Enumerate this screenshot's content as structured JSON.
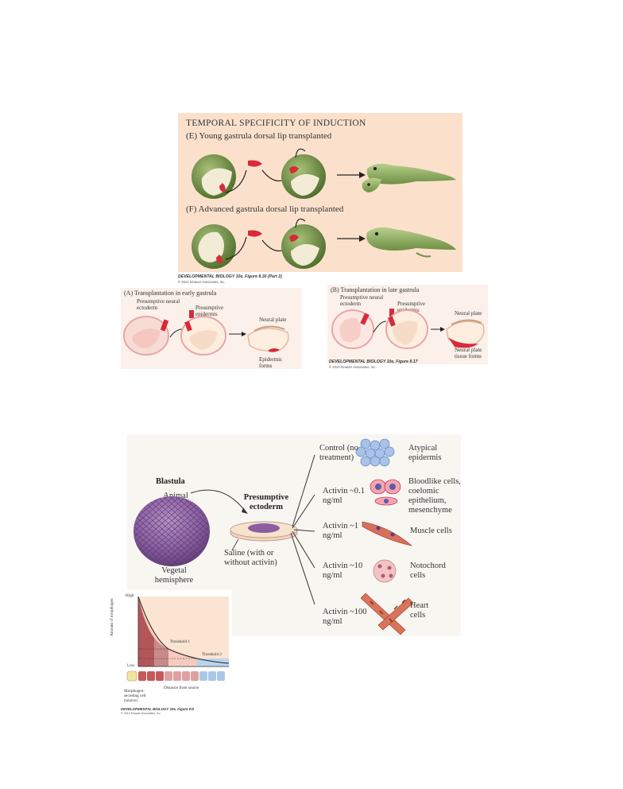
{
  "top_figure": {
    "title": "TEMPORAL SPECIFICITY OF INDUCTION",
    "row_e_label": "(E)  Young gastrula dorsal lip transplanted",
    "row_f_label": "(F)  Advanced gastrula dorsal lip transplanted",
    "credit": "DEVELOPMENTAL BIOLOGY 10e, Figure 8.30 (Part 2)",
    "copyright": "© 2014 Sinauer Associates, Inc."
  },
  "panel_a": {
    "title": "(A)  Transplantation in early gastrula",
    "presumptive_neural_ectoderm": "Presumptive neural ectoderm",
    "presumptive_epidermis": "Presumptive epidermis",
    "neural_plate": "Neural plate",
    "epidermis_forms": "Epidermis forms"
  },
  "panel_b": {
    "title": "(B)  Transplantation in late gastrula",
    "presumptive_neural_ectoderm": "Presumptive neural ectoderm",
    "presumptive_epidermis": "Presumptive epidermis",
    "neural_plate": "Neural plate",
    "neural_plate_tissue_forms": "Neural plate tissue forms",
    "credit": "DEVELOPMENTAL BIOLOGY 10e, Figure 8.17",
    "copyright": "© 2014 Sinauer Associates, Inc."
  },
  "activin": {
    "blastula": "Blastula",
    "animal_hemisphere": "Animal hemisphere",
    "vegetal_hemisphere": "Vegetal hemisphere",
    "presumptive_ectoderm": "Presumptive ectoderm",
    "saline": "Saline (with or without activin)",
    "treatments": [
      {
        "condition": "Control (no treatment)",
        "result": "Atypical epidermis"
      },
      {
        "condition": "Activin ~0.1 ng/ml",
        "result": "Bloodlike cells, coelomic epithelium, mesenchyme"
      },
      {
        "condition": "Activin ~1 ng/ml",
        "result": "Muscle cells"
      },
      {
        "condition": "Activin ~10 ng/ml",
        "result": "Notochord cells"
      },
      {
        "condition": "Activin ~100 ng/ml",
        "result": "Heart cells"
      }
    ]
  },
  "morphogen_graph": {
    "high": "High",
    "low": "Low",
    "ylabel": "Amount of morphogen",
    "threshold1": "Threshold 1",
    "threshold2": "Threshold 2",
    "xlabel": "Distance from source",
    "source_label": "Morphogen-secreting cell (source)",
    "credit": "DEVELOPMENTAL BIOLOGY 10e, Figure P.5",
    "copyright": "© 2014 Sinauer Associates, Inc."
  }
}
